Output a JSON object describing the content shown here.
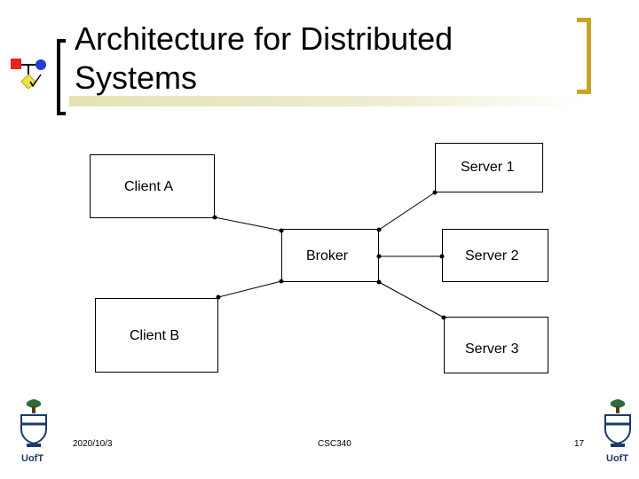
{
  "slide": {
    "title_line1": "Architecture for Distributed",
    "title_line2": "Systems"
  },
  "diagram": {
    "client_a": "Client A",
    "client_b": "Client B",
    "broker": "Broker",
    "server_1": "Server 1",
    "server_2": "Server 2",
    "server_3": "Server 3"
  },
  "footer": {
    "date": "2020/10/3",
    "course": "CSC340",
    "page_number": "17",
    "logo_text_left": "UofT",
    "logo_text_right": "UofT"
  },
  "colors": {
    "bracket_left": "#000000",
    "bracket_right": "#c9a227",
    "logo_square": "#e8202a",
    "logo_circle": "#1f3fd6",
    "logo_diamond": "#f2e24a",
    "crest_blue": "#1b3a6b"
  }
}
